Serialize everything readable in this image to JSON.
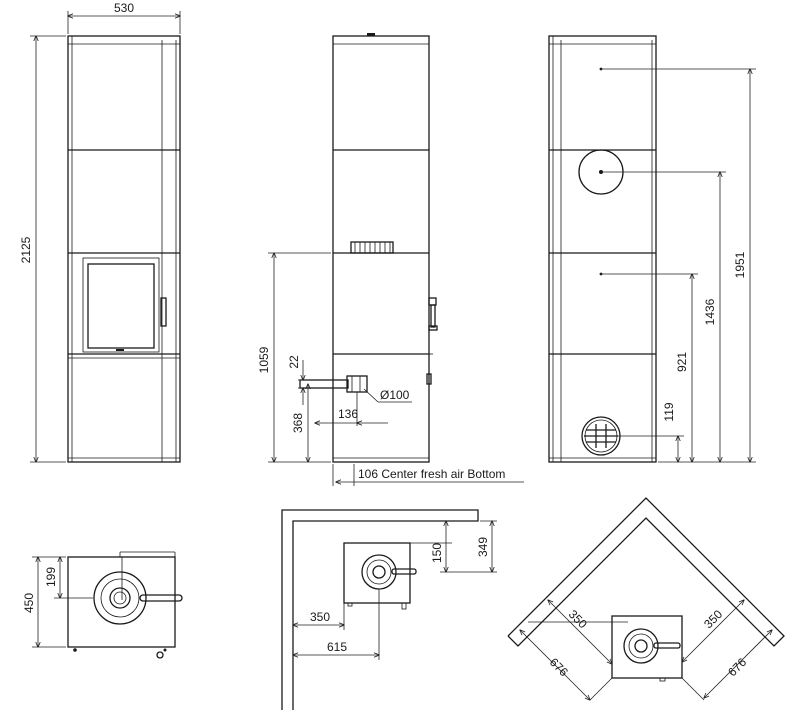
{
  "front_view": {
    "width_label": "530",
    "height_label": "2125"
  },
  "side_view": {
    "dim_1059": "1059",
    "dim_22": "22",
    "dim_368": "368",
    "dim_136": "136",
    "dim_diameter": "Ø100",
    "note_fresh_air": "106 Center fresh air Bottom"
  },
  "rear_view": {
    "dim_1951": "1951",
    "dim_1436": "1436",
    "dim_921": "921",
    "dim_119": "119"
  },
  "plan_front": {
    "dim_450": "450",
    "dim_199": "199"
  },
  "plan_wall": {
    "dim_349": "349",
    "dim_150": "150",
    "dim_350": "350",
    "dim_615": "615"
  },
  "plan_corner": {
    "dim_350_left": "350",
    "dim_350_right": "350",
    "dim_676_left": "676",
    "dim_676_right": "676"
  }
}
